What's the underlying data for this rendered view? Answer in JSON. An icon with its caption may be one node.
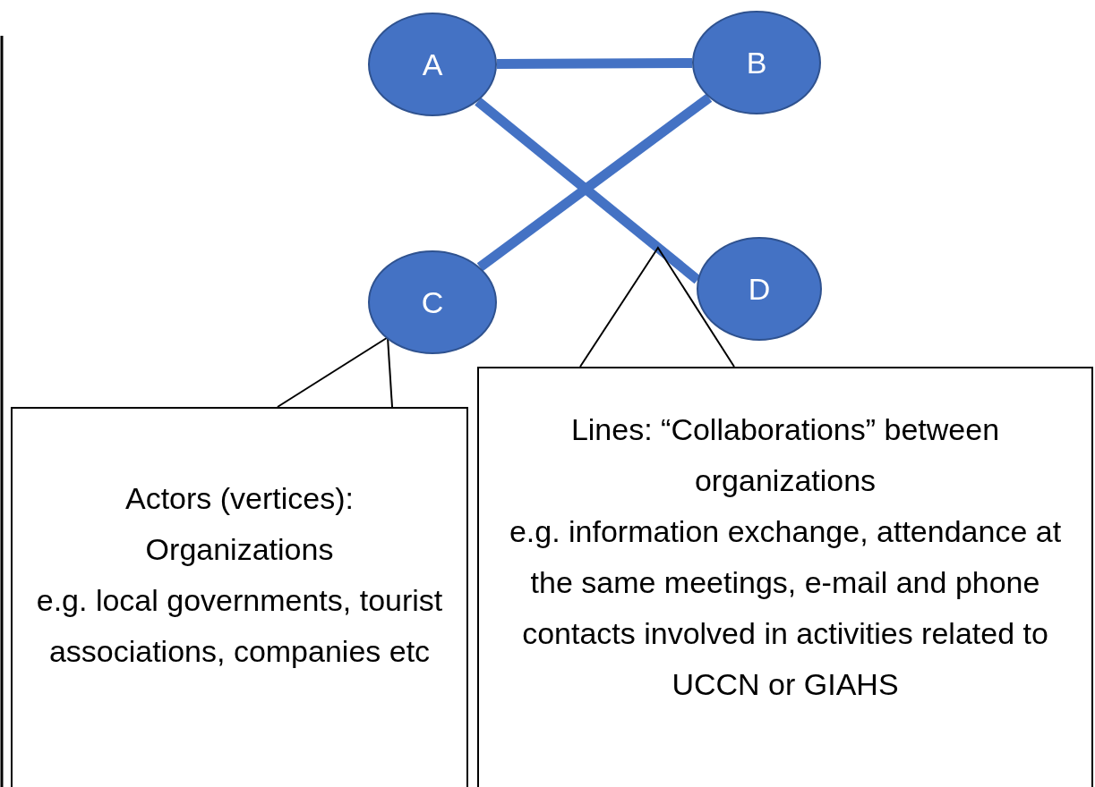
{
  "diagram": {
    "nodes": [
      {
        "text": [
          "A"
        ]
      },
      {
        "text": [
          "B"
        ]
      },
      {
        "text": [
          "C"
        ]
      },
      {
        "text": [
          "D"
        ]
      },
      {
        "text": [
          "Actors (vertices):",
          "Organizations",
          "e.g. local governments, tourist associations, companies etc"
        ]
      },
      {
        "text": [
          "Lines: “Collaborations” between organizations",
          "e.g. information exchange, attendance at the same meetings, e-mail and phone contacts involved in activities related to UCCN or GIAHS"
        ]
      }
    ],
    "edges": [
      {
        "from": 0,
        "to": 1,
        "arrow": "none"
      },
      {
        "from": 0,
        "to": 3,
        "arrow": "none"
      },
      {
        "from": 1,
        "to": 2,
        "arrow": "none"
      },
      {
        "from": 4,
        "to": 2,
        "arrow": "none",
        "color": "#000000"
      },
      {
        "from": 5,
        "to": null,
        "arrow": "none",
        "color": "#000000"
      }
    ]
  }
}
